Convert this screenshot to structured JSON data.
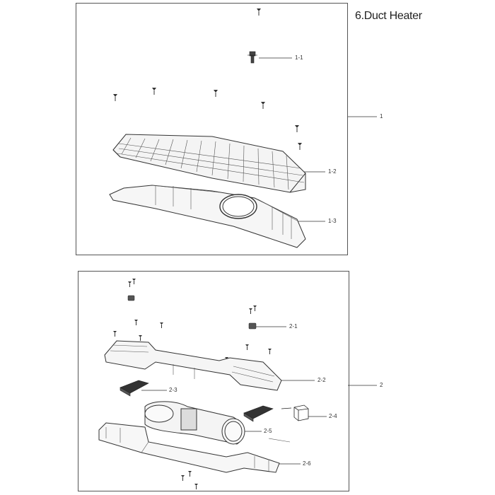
{
  "title": "6.Duct Heater",
  "assemblies": [
    {
      "label": "1",
      "parts": [
        "1-1",
        "1-2",
        "1-3"
      ]
    },
    {
      "label": "2",
      "parts": [
        "2-1",
        "2-2",
        "2-3",
        "2-4",
        "2-5",
        "2-6"
      ]
    }
  ]
}
